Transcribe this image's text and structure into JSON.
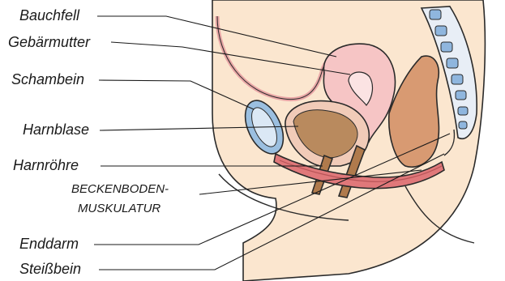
{
  "labels": {
    "bauchfell": "Bauchfell",
    "gebaermutter": "Gebärmutter",
    "schambein": "Schambein",
    "harnblase": "Harnblase",
    "harnroehre": "Harnröhre",
    "beckenboden_line1": "BECKENBODEN-",
    "beckenboden_line2": "MUSKULATUR",
    "enddarm": "Enddarm",
    "steissbein": "Steißbein"
  },
  "colors": {
    "skin": "#fbe6cf",
    "skin_dark": "#f3cfb0",
    "peritoneum": "#e9a6a6",
    "uterus": "#f6c5c5",
    "uterus_inner": "#fbe3e3",
    "bladder_tissue": "#f1cbb8",
    "bladder_core": "#b98a5e",
    "urethra": "#b07a4c",
    "rectum": "#d89a72",
    "pubic_bone": "#9bbfe0",
    "pelvic_muscle": "#e0787a",
    "spine_bone": "#8fb6de"
  }
}
